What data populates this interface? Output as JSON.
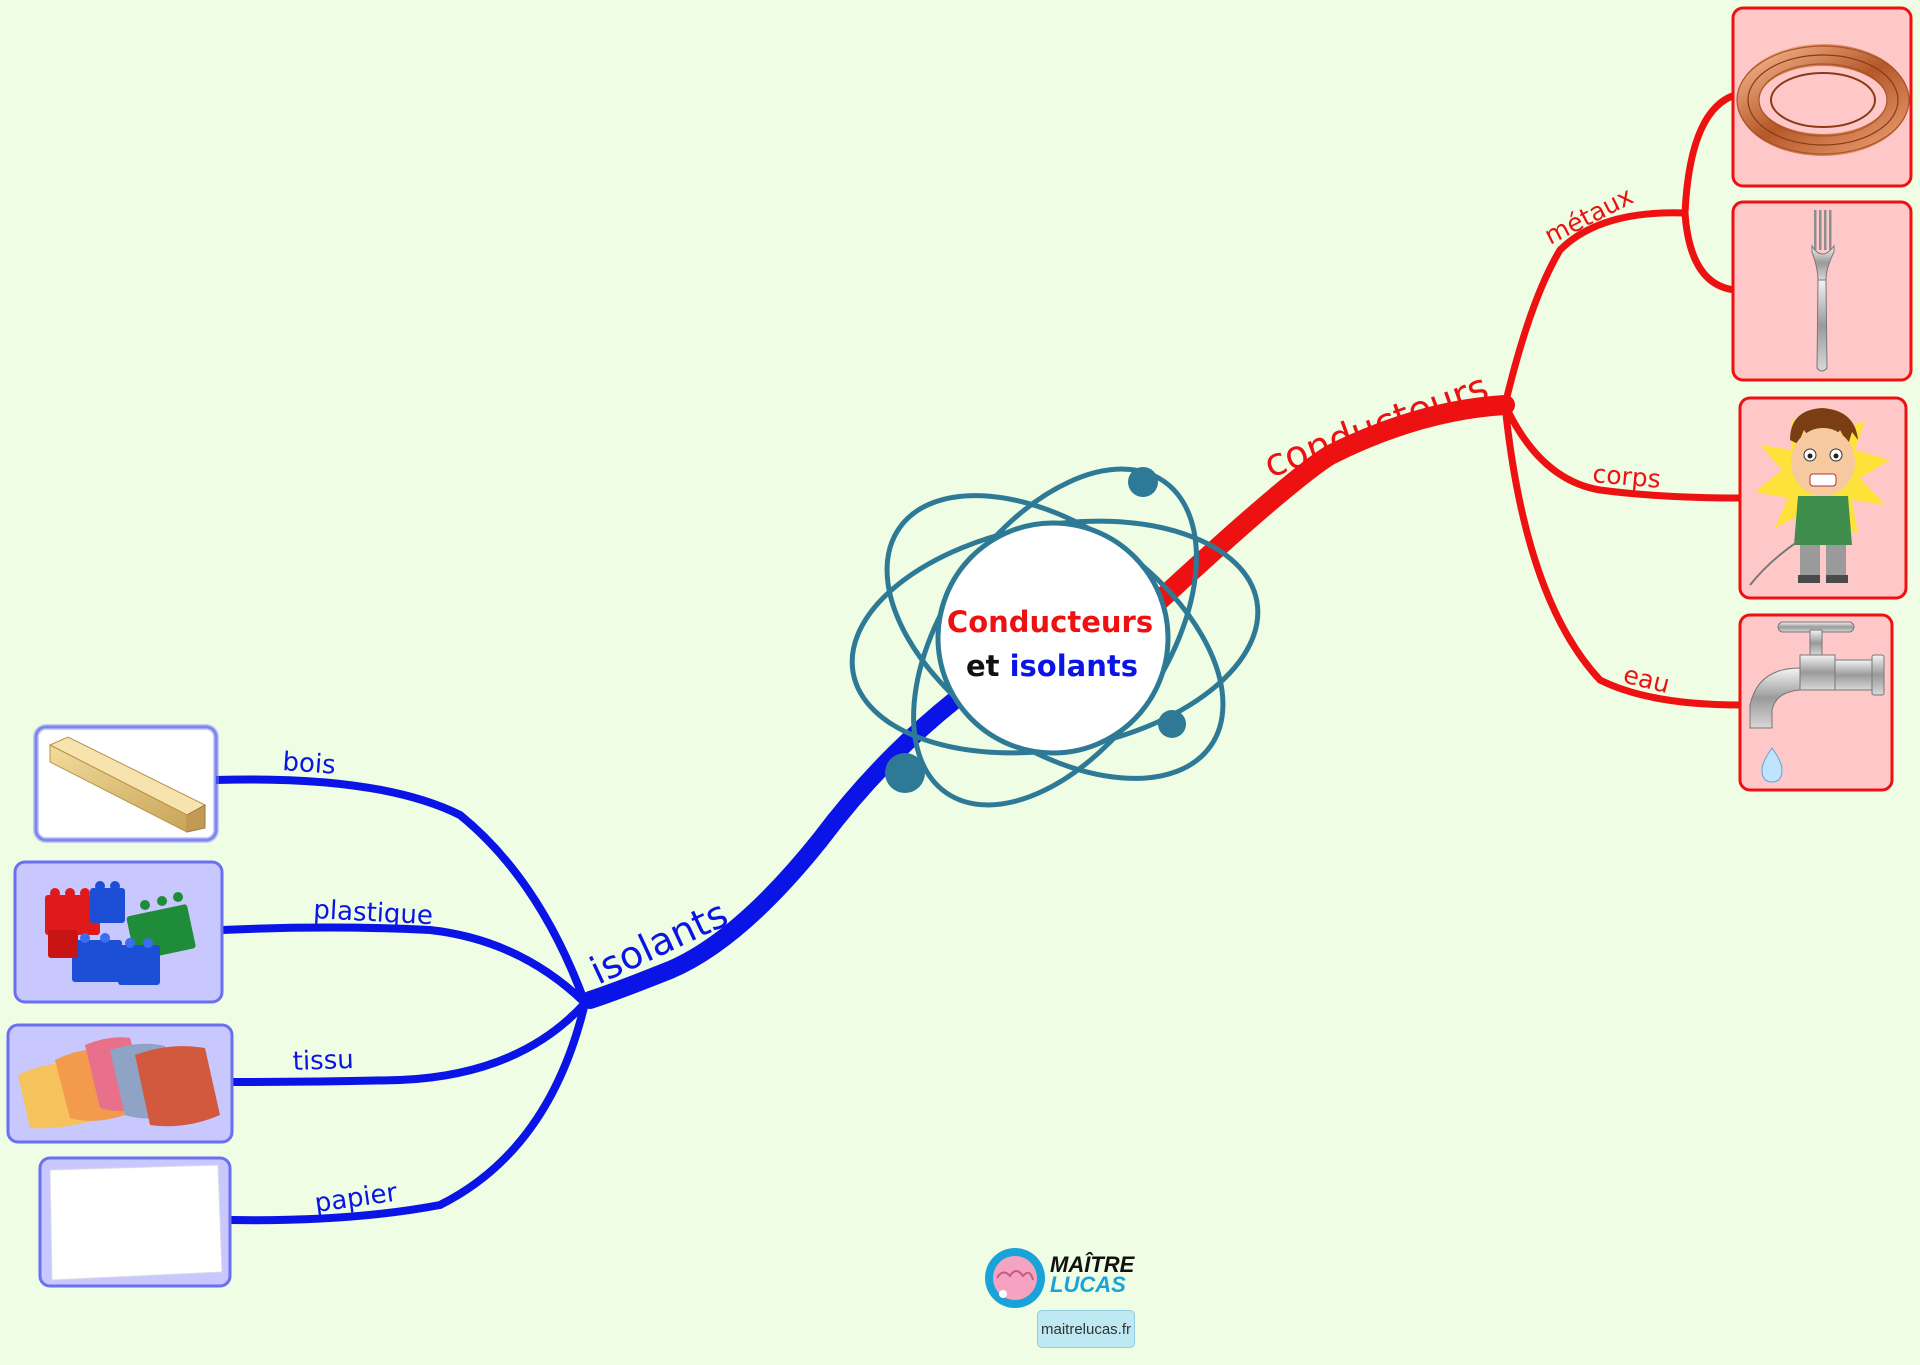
{
  "center": {
    "title_line1": "Conducteurs",
    "title_line2_word1": "et",
    "title_line2_word2": "isolants"
  },
  "branches": {
    "conducteurs": {
      "label": "conducteurs",
      "color": "#ee1111",
      "children": [
        {
          "label": "métaux",
          "images": [
            "copper-wire-coil",
            "fork"
          ]
        },
        {
          "label": "corps",
          "images": [
            "shocked-boy"
          ]
        },
        {
          "label": "eau",
          "images": [
            "water-tap"
          ]
        }
      ]
    },
    "isolants": {
      "label": "isolants",
      "color": "#0a14e6",
      "children": [
        {
          "label": "bois",
          "images": [
            "wood-plank"
          ]
        },
        {
          "label": "plastique",
          "images": [
            "plastic-bricks"
          ]
        },
        {
          "label": "tissu",
          "images": [
            "fabric-swatches"
          ]
        },
        {
          "label": "papier",
          "images": [
            "paper-sheet"
          ]
        }
      ]
    }
  },
  "colors": {
    "background": "#eefde4",
    "atom": "#2e7a96",
    "conductor_box_fill": "#ffc8c8",
    "insulator_box_fill": "#c8c8ff"
  },
  "brand": {
    "name_line1": "MAÎTRE",
    "name_line2": "LUCAS",
    "url": "maitrelucas.fr"
  }
}
